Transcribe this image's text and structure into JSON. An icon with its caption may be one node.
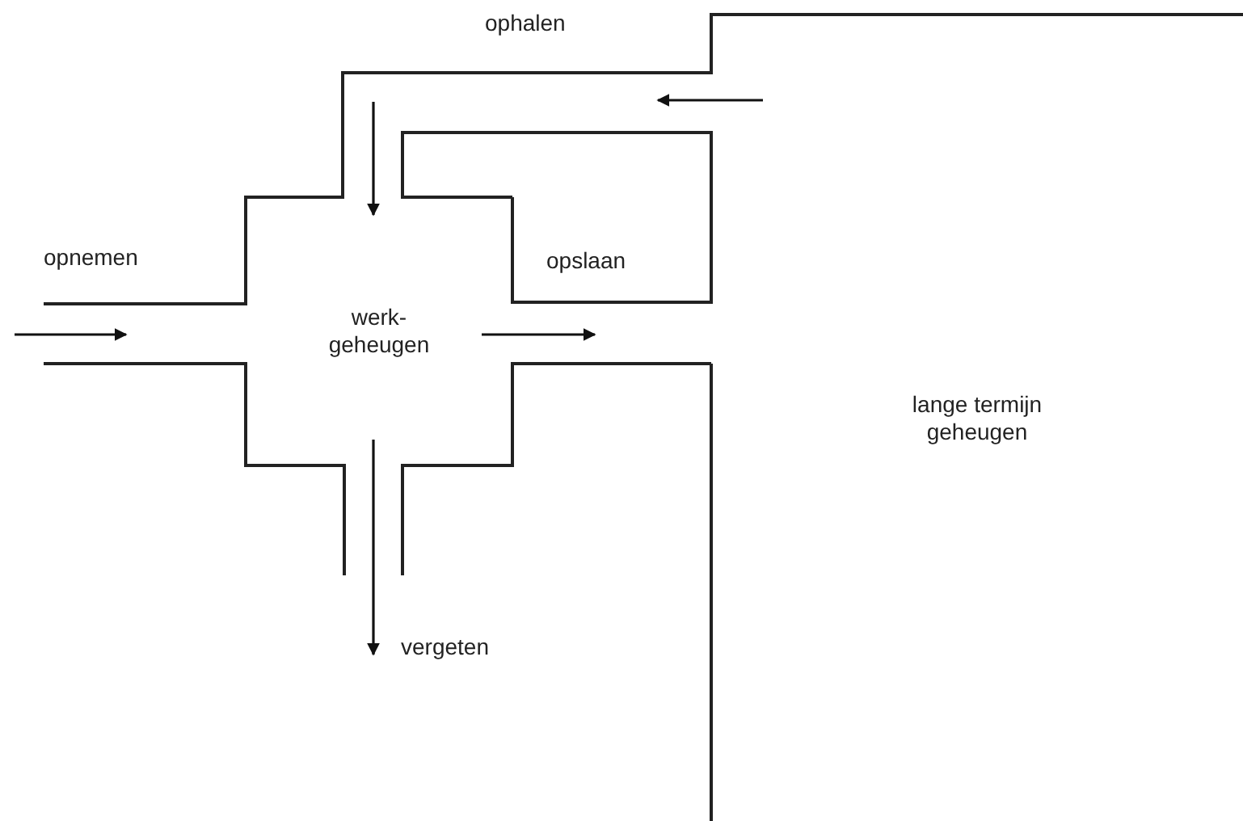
{
  "diagram": {
    "nodes": [
      {
        "text": [
          "werk- geheugen"
        ]
      },
      {
        "text": [
          "lange termijn geheugen"
        ]
      }
    ],
    "labels": [
      "ophalen",
      "opnemen",
      "opslaan",
      "vergeten"
    ]
  }
}
